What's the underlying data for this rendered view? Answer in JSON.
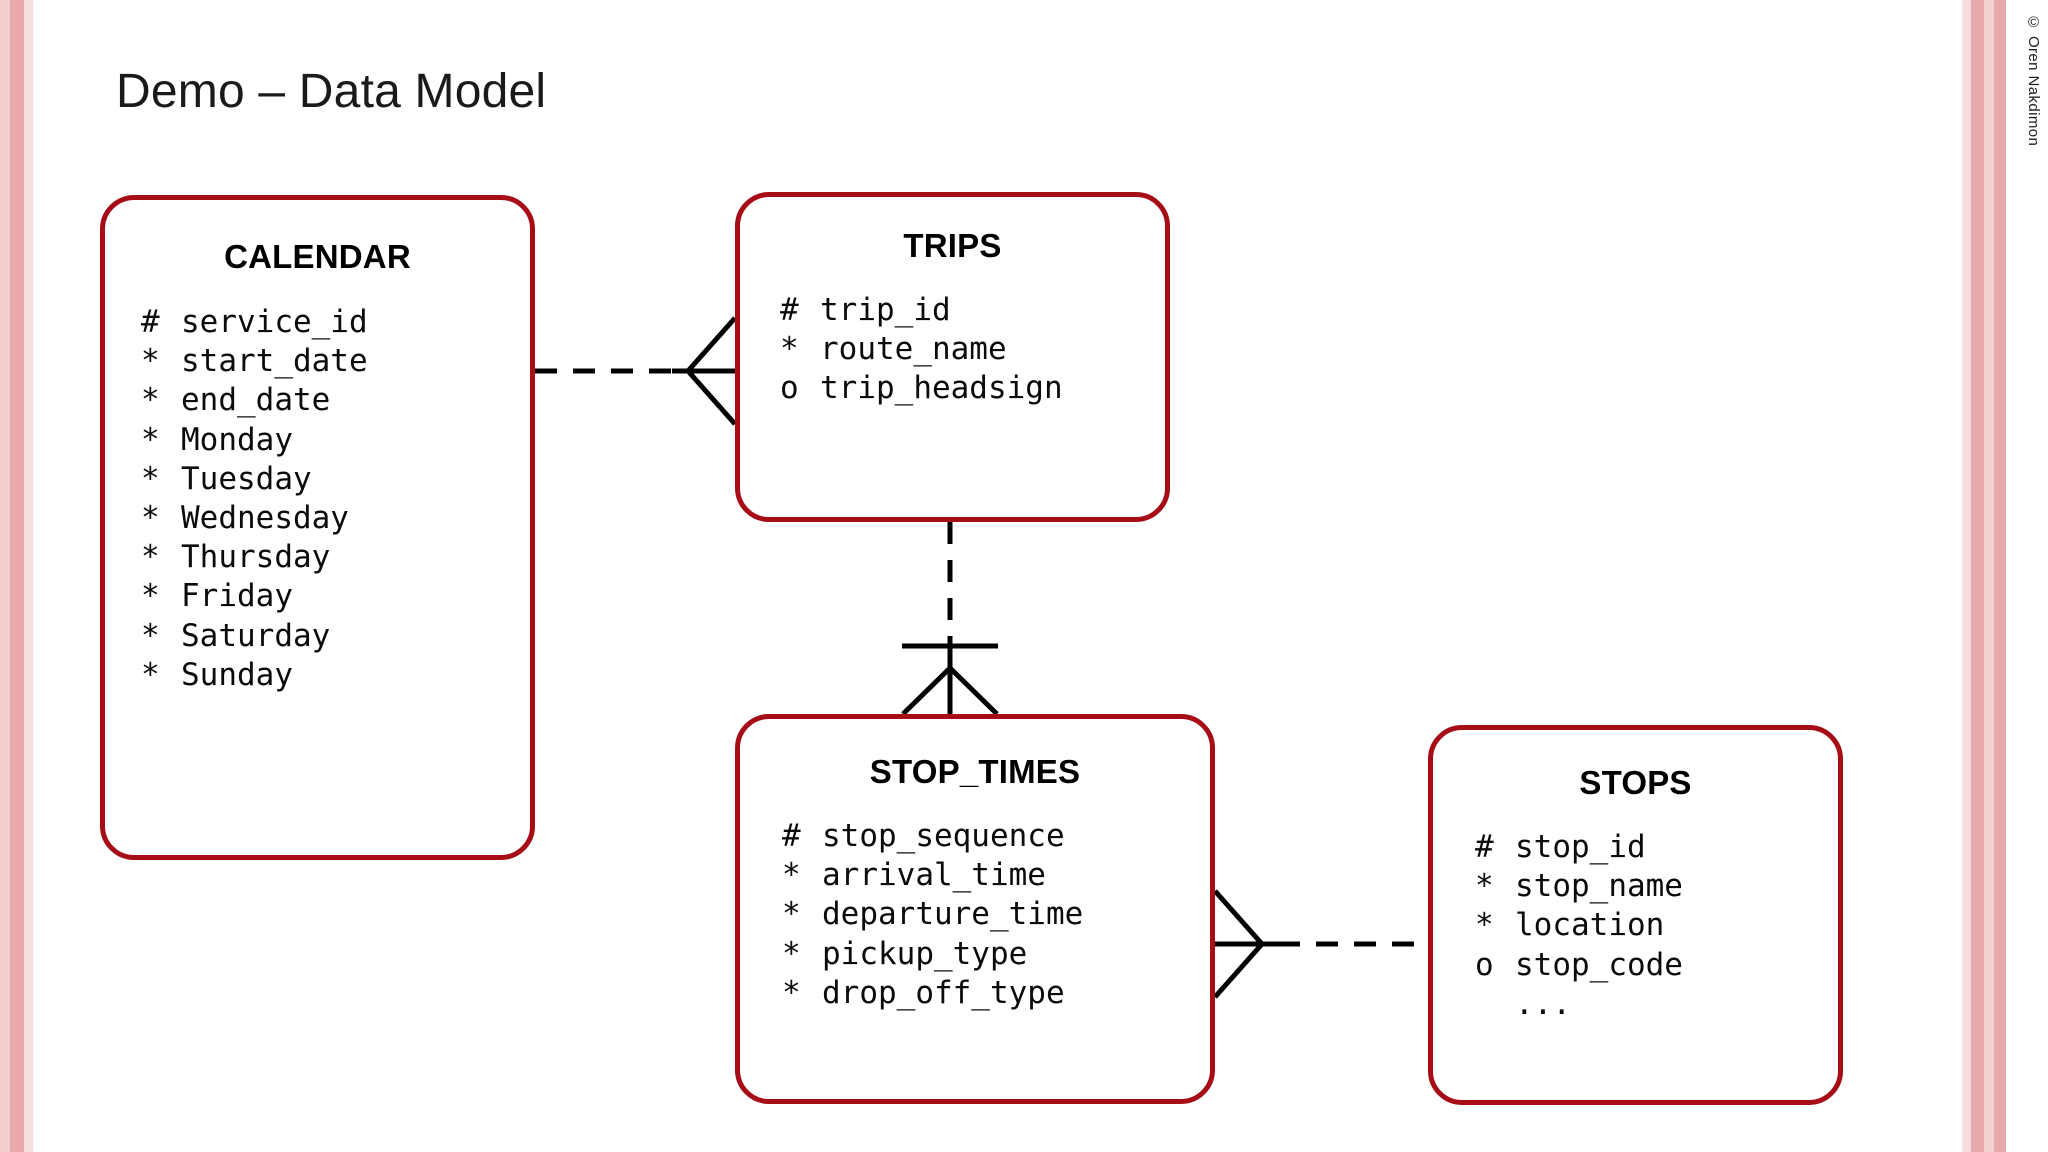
{
  "slide": {
    "title": "Demo – Data Model",
    "copyright": "© Oren Nakdimon",
    "accent_color": "#a60d17",
    "edge_stripe_color": "#e7a9a9",
    "background": "#ffffff"
  },
  "entities": [
    {
      "name": "CALENDAR",
      "attributes": [
        {
          "mark": "#",
          "name": "service_id"
        },
        {
          "mark": "*",
          "name": "start_date"
        },
        {
          "mark": "*",
          "name": "end_date"
        },
        {
          "mark": "*",
          "name": "Monday"
        },
        {
          "mark": "*",
          "name": "Tuesday"
        },
        {
          "mark": "*",
          "name": "Wednesday"
        },
        {
          "mark": "*",
          "name": "Thursday"
        },
        {
          "mark": "*",
          "name": "Friday"
        },
        {
          "mark": "*",
          "name": "Saturday"
        },
        {
          "mark": "*",
          "name": "Sunday"
        }
      ]
    },
    {
      "name": "TRIPS",
      "attributes": [
        {
          "mark": "#",
          "name": "trip_id"
        },
        {
          "mark": "*",
          "name": "route_name"
        },
        {
          "mark": "o",
          "name": "trip_headsign"
        }
      ]
    },
    {
      "name": "STOP_TIMES",
      "attributes": [
        {
          "mark": "#",
          "name": "stop_sequence"
        },
        {
          "mark": "*",
          "name": "arrival_time"
        },
        {
          "mark": "*",
          "name": "departure_time"
        },
        {
          "mark": "*",
          "name": "pickup_type"
        },
        {
          "mark": "*",
          "name": "drop_off_type"
        }
      ]
    },
    {
      "name": "STOPS",
      "attributes": [
        {
          "mark": "#",
          "name": "stop_id"
        },
        {
          "mark": "*",
          "name": "stop_name"
        },
        {
          "mark": "*",
          "name": "location"
        },
        {
          "mark": "o",
          "name": "stop_code"
        },
        {
          "mark": "",
          "name": "..."
        }
      ]
    }
  ],
  "relationships": [
    {
      "from": "CALENDAR",
      "to": "TRIPS",
      "from_end": "optional-dashed",
      "to_end": "crows-foot",
      "label": ""
    },
    {
      "from": "TRIPS",
      "to": "STOP_TIMES",
      "from_end": "optional-dashed",
      "to_end": "crows-foot-mandatory",
      "label": ""
    },
    {
      "from": "STOP_TIMES",
      "to": "STOPS",
      "from_end": "crows-foot",
      "to_end": "optional-dashed",
      "label": ""
    }
  ]
}
